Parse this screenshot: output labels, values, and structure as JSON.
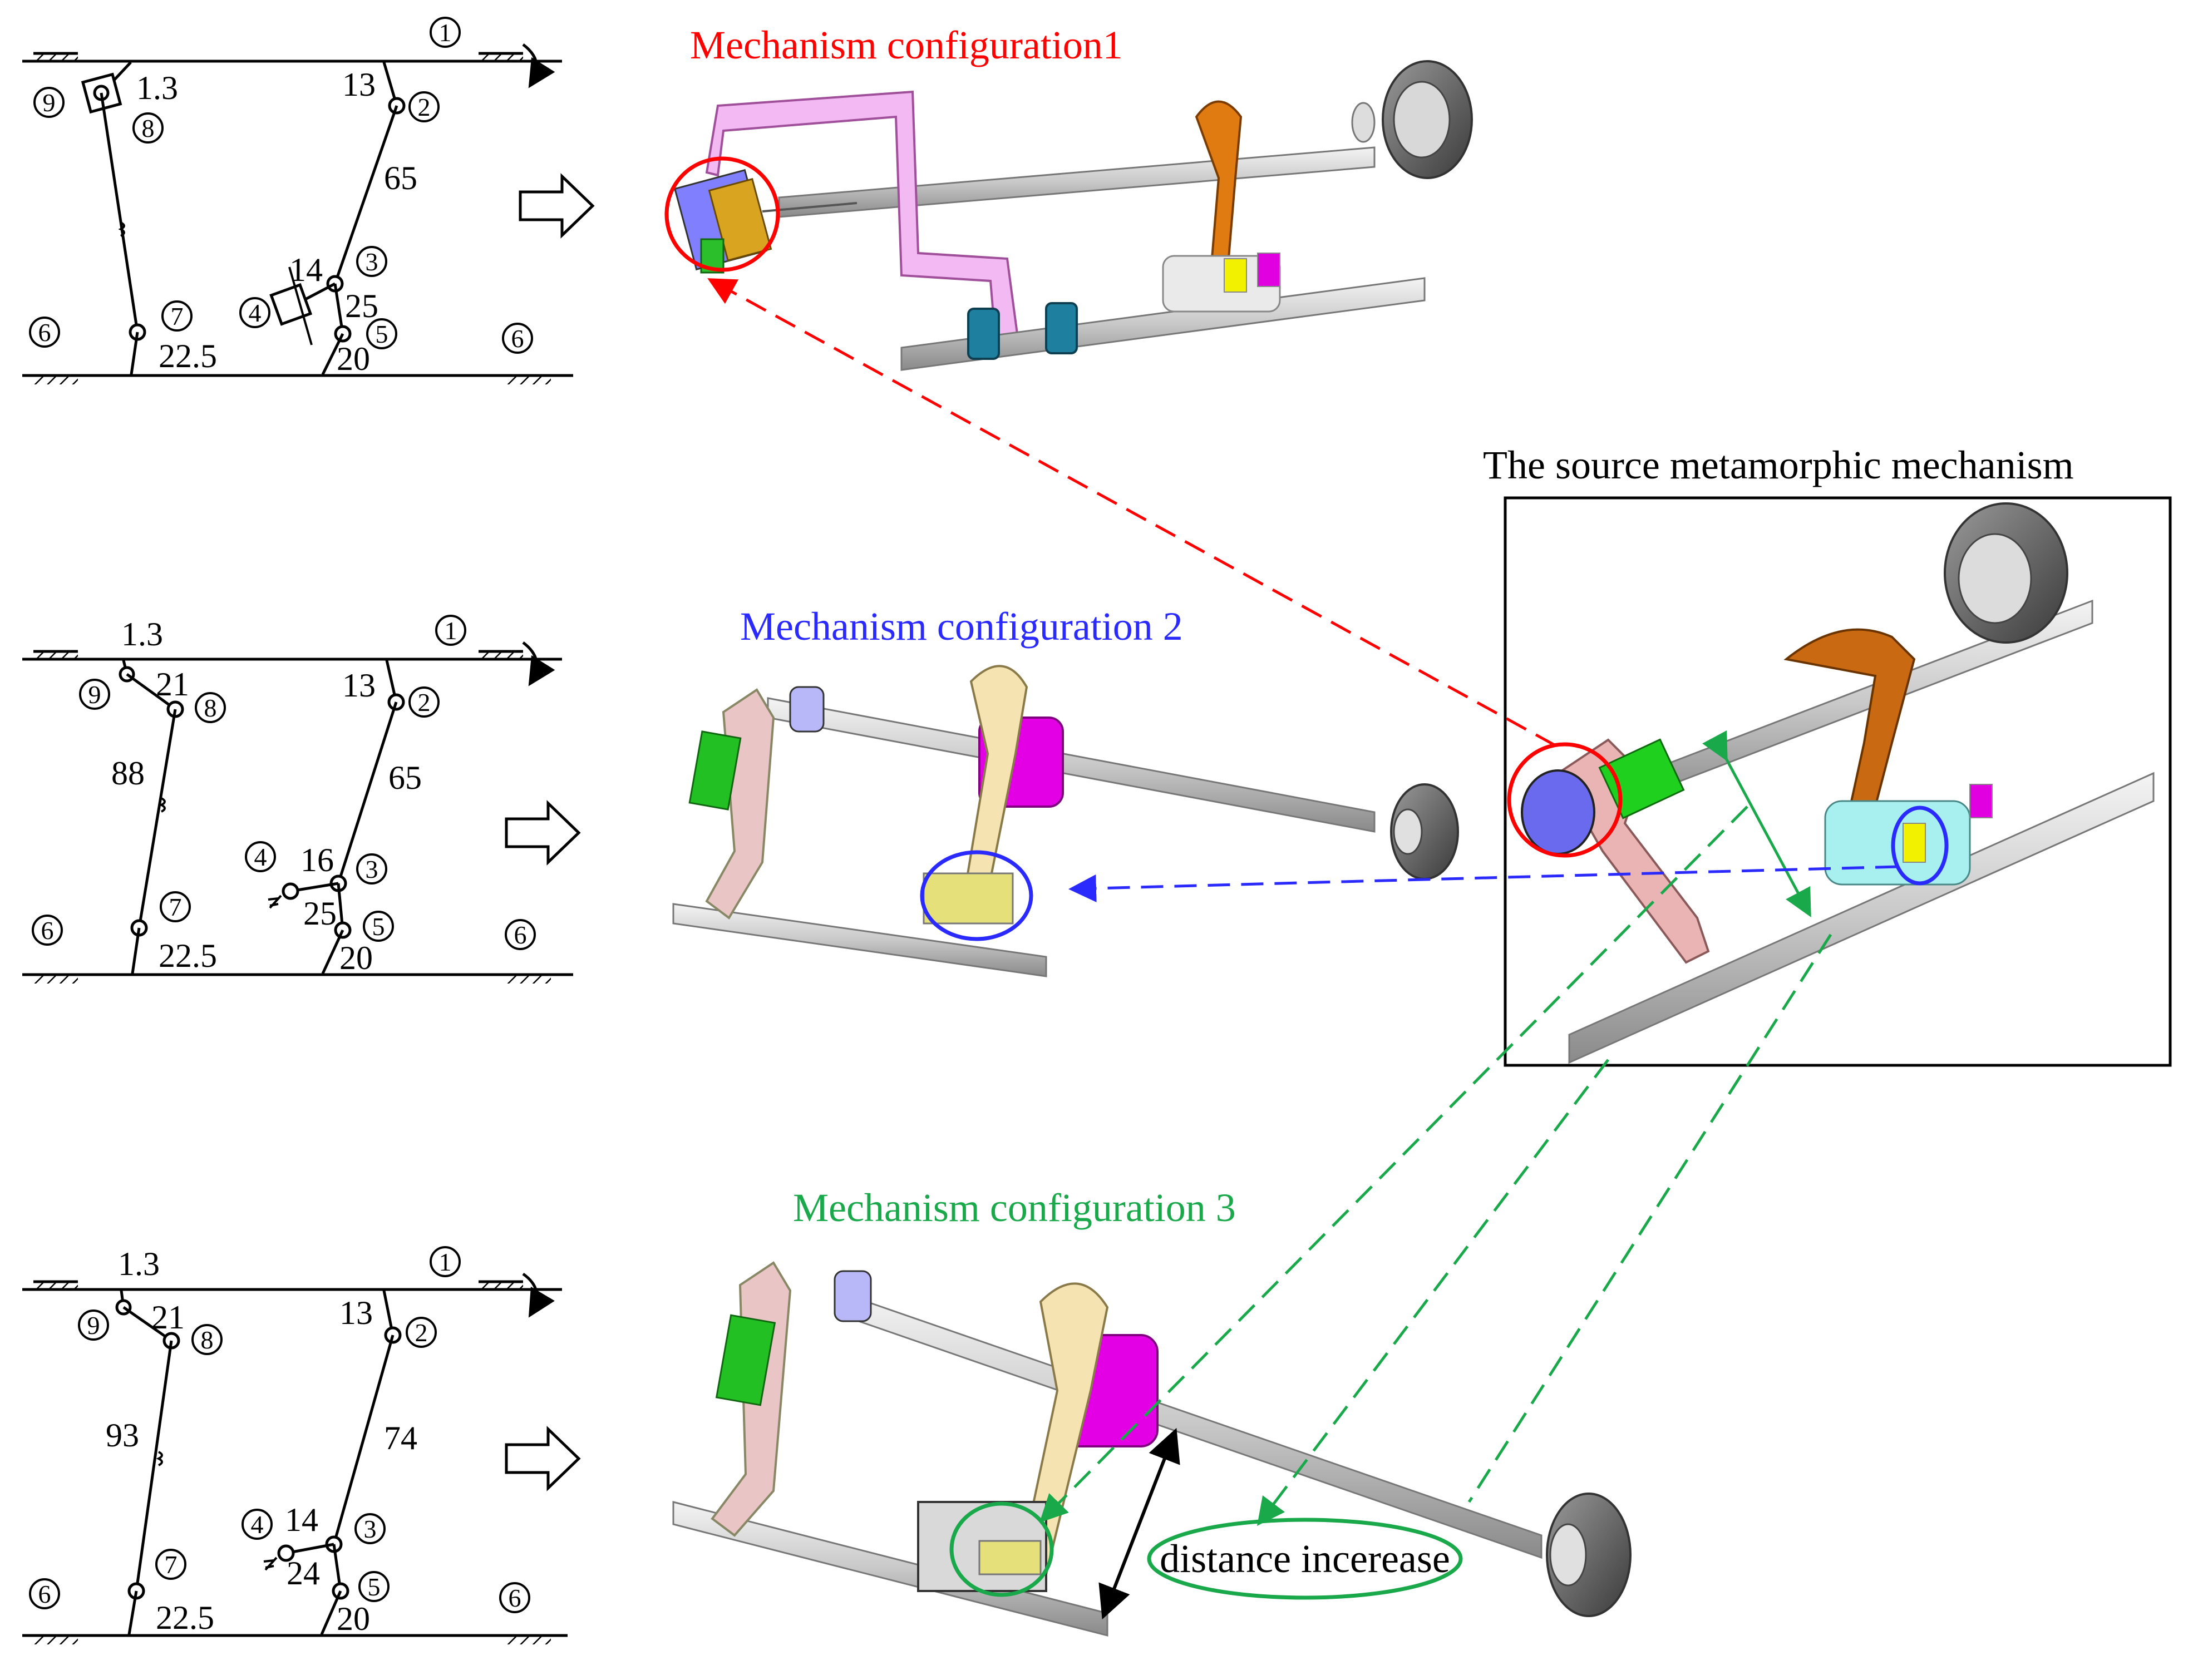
{
  "colors": {
    "config1": "#ff0000",
    "config2": "#2a2aff",
    "config3": "#19a84a",
    "source": "#000000"
  },
  "titles": {
    "config1": "Mechanism configuration1",
    "config2": "Mechanism configuration 2",
    "config3": "Mechanism configuration 3",
    "source": "The source metamorphic mechanism"
  },
  "annotation": {
    "distance": "distance incerease"
  },
  "schematics": [
    {
      "dims": {
        "d13": "1.3",
        "d21": "",
        "dLeft": "",
        "dCrank": "13",
        "dCoupler": "65",
        "dSlide": "14",
        "dRock": "25",
        "dGround": "20",
        "dBottom": "22.5"
      },
      "nodes": {
        "n1": "1",
        "n2": "2",
        "n3": "3",
        "n4": "4",
        "n5": "5",
        "n6a": "6",
        "n6b": "6",
        "n7": "7",
        "n8": "8",
        "n9": "9"
      }
    },
    {
      "dims": {
        "d13": "1.3",
        "d21": "21",
        "dLeft": "88",
        "dCrank": "13",
        "dCoupler": "65",
        "dSlide": "16",
        "dRock": "25",
        "dGround": "20",
        "dBottom": "22.5"
      },
      "nodes": {
        "n1": "1",
        "n2": "2",
        "n3": "3",
        "n4": "4",
        "n5": "5",
        "n6a": "6",
        "n6b": "6",
        "n7": "7",
        "n8": "8",
        "n9": "9"
      }
    },
    {
      "dims": {
        "d13": "1.3",
        "d21": "21",
        "dLeft": "93",
        "dCrank": "13",
        "dCoupler": "74",
        "dSlide": "14",
        "dRock": "24",
        "dGround": "20",
        "dBottom": "22.5"
      },
      "nodes": {
        "n1": "1",
        "n2": "2",
        "n3": "3",
        "n4": "4",
        "n5": "5",
        "n6a": "6",
        "n6b": "6",
        "n7": "7",
        "n8": "8",
        "n9": "9"
      }
    }
  ]
}
